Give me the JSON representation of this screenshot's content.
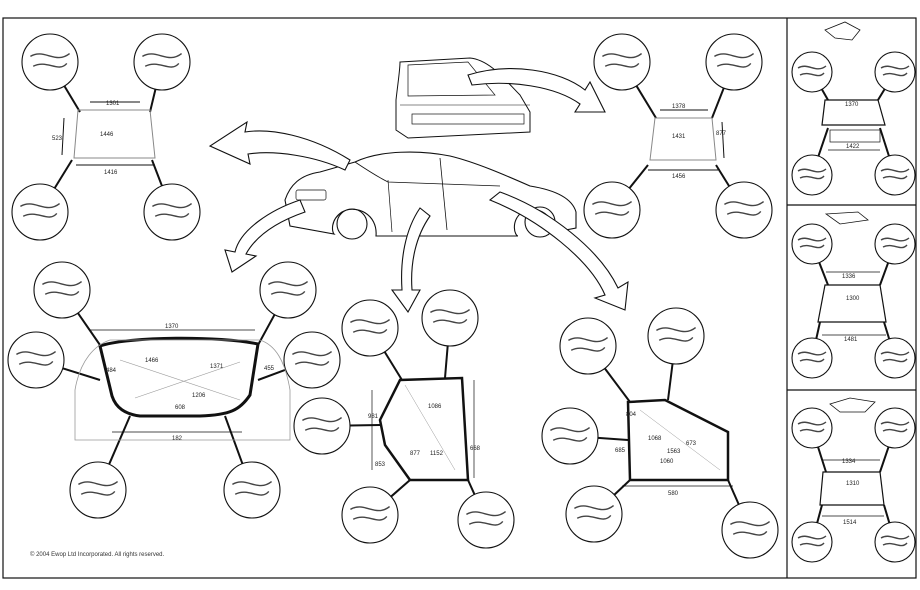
{
  "copyright": "© 2004 Ewop Ltd Incorporated. All rights reserved.",
  "colors": {
    "line": "#111111",
    "soft": "#777777",
    "faint": "#bbbbbb",
    "paper": "#ffffff"
  },
  "icons": [
    "arrow-icon",
    "detail-circle-icon"
  ],
  "panels": {
    "top_left": {
      "labels": [
        "1301",
        "1446",
        "523",
        "1416"
      ]
    },
    "top_right": {
      "labels": [
        "1378",
        "1431",
        "877",
        "1456"
      ]
    },
    "windshield": {
      "labels": [
        "1370",
        "1466",
        "1371",
        "1206",
        "608",
        "182",
        "484",
        "455"
      ]
    },
    "front_door": {
      "labels": [
        "981",
        "1086",
        "877",
        "1152",
        "853",
        "668"
      ]
    },
    "rear_door": {
      "labels": [
        "1563",
        "1060",
        "673",
        "804",
        "685",
        "1068",
        "580"
      ]
    },
    "side_1": {
      "labels": [
        "1370",
        "1422"
      ]
    },
    "side_2": {
      "labels": [
        "1336",
        "1300",
        "1481"
      ]
    },
    "side_3": {
      "labels": [
        "1334",
        "1310",
        "1514"
      ]
    }
  }
}
